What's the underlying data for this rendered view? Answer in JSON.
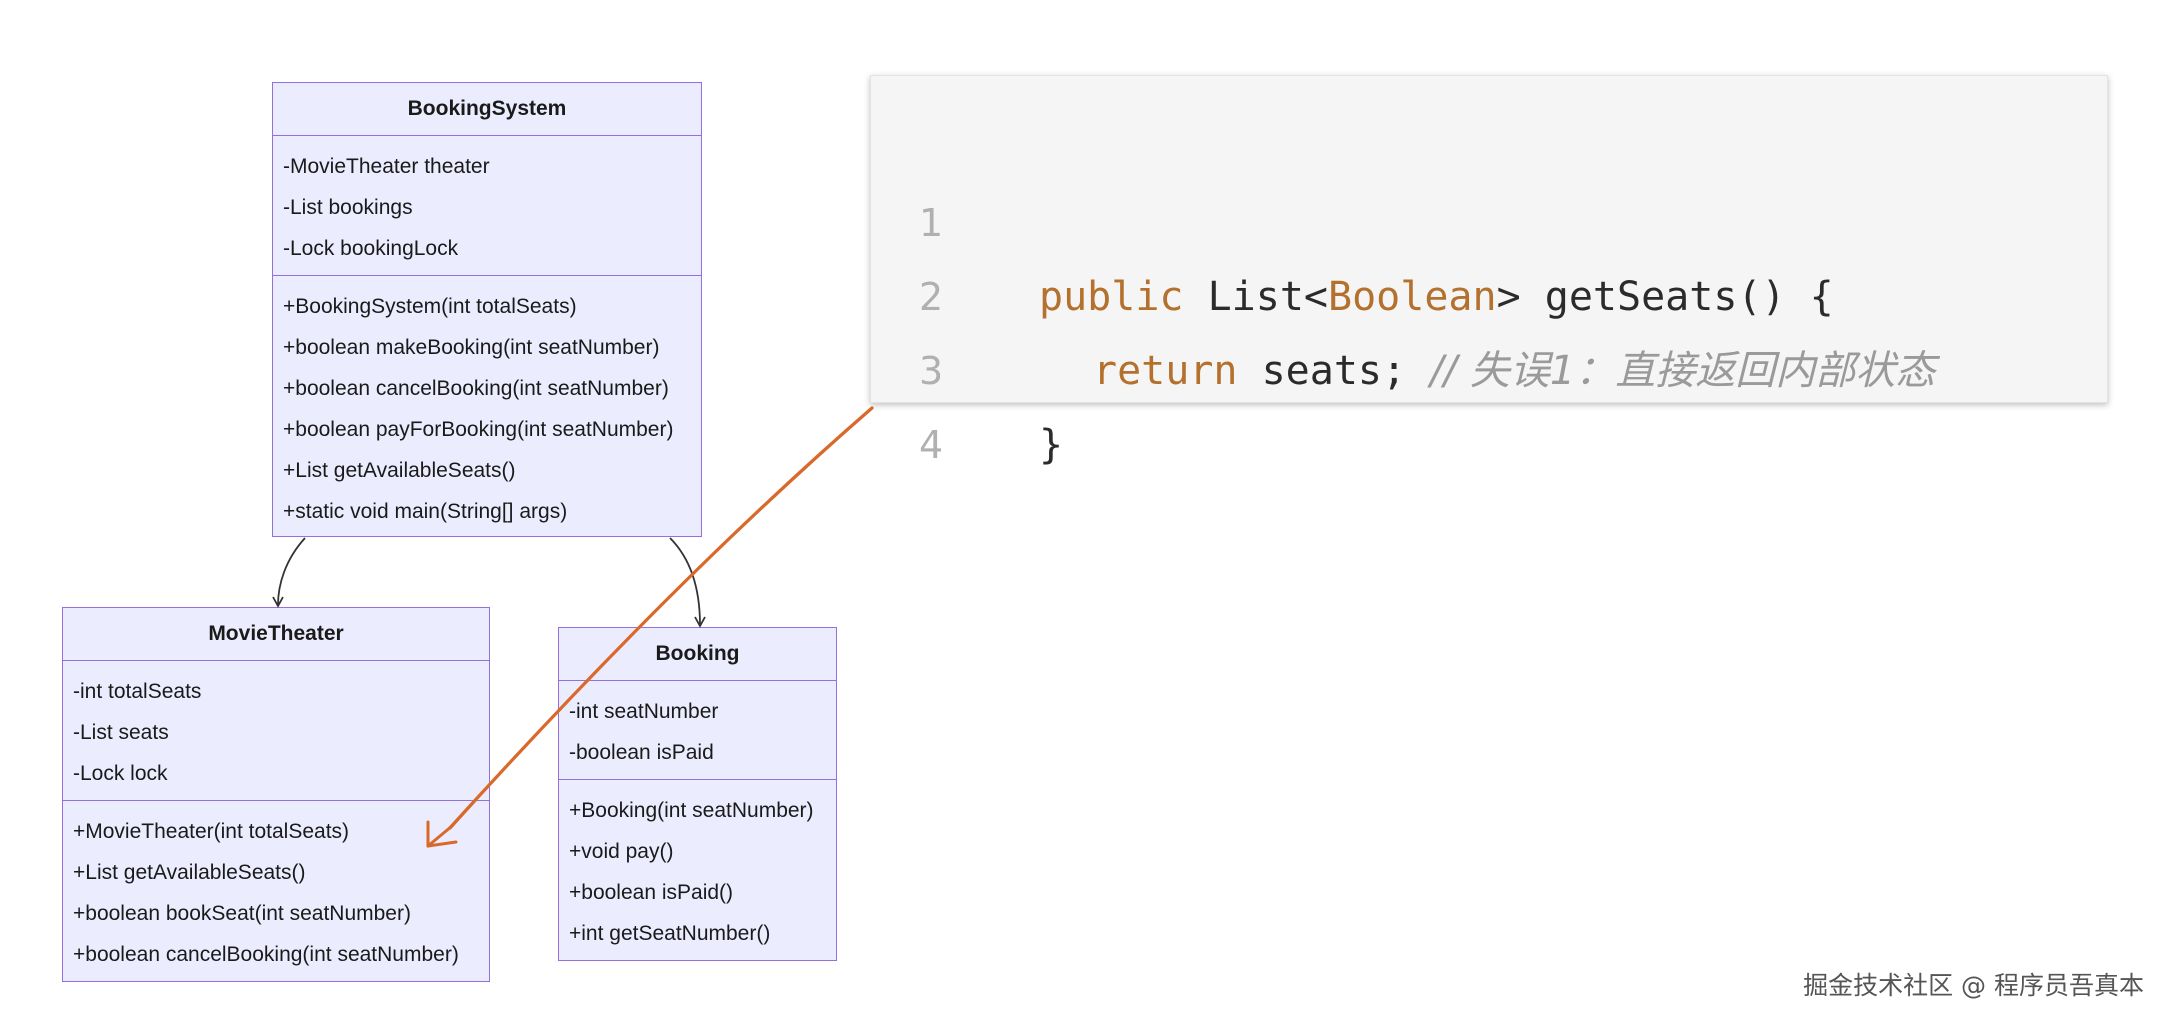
{
  "classes": {
    "booking_system": {
      "name": "BookingSystem",
      "attributes": [
        "-MovieTheater theater",
        "-List bookings",
        "-Lock bookingLock"
      ],
      "methods": [
        "+BookingSystem(int totalSeats)",
        "+boolean makeBooking(int seatNumber)",
        "+boolean cancelBooking(int seatNumber)",
        "+boolean payForBooking(int seatNumber)",
        "+List getAvailableSeats()",
        "+static void main(String[] args)"
      ]
    },
    "movie_theater": {
      "name": "MovieTheater",
      "attributes": [
        "-int totalSeats",
        "-List seats",
        "-Lock lock"
      ],
      "methods": [
        "+MovieTheater(int totalSeats)",
        "+List getAvailableSeats()",
        "+boolean bookSeat(int seatNumber)",
        "+boolean cancelBooking(int seatNumber)"
      ]
    },
    "booking": {
      "name": "Booking",
      "attributes": [
        "-int seatNumber",
        "-boolean isPaid"
      ],
      "methods": [
        "+Booking(int seatNumber)",
        "+void pay()",
        "+boolean isPaid()",
        "+int getSeatNumber()"
      ]
    }
  },
  "code": {
    "line_numbers": [
      "1",
      "2",
      "3",
      "4"
    ],
    "line1": {
      "kw1": "public",
      "t1": " List<",
      "kw2": "Boolean",
      "t2": "> getSeats() {"
    },
    "line2": {
      "kw": "return",
      "t": " seats; ",
      "comment": "// 失误1：直接返回内部状态"
    },
    "line3": {
      "t": "}"
    }
  },
  "colors": {
    "class_fill": "#ECECFF",
    "class_border": "#9370DB",
    "keyword": "#B4712E",
    "annotation_arrow": "#D9692A"
  },
  "watermark": "掘金技术社区 @ 程序员吾真本"
}
